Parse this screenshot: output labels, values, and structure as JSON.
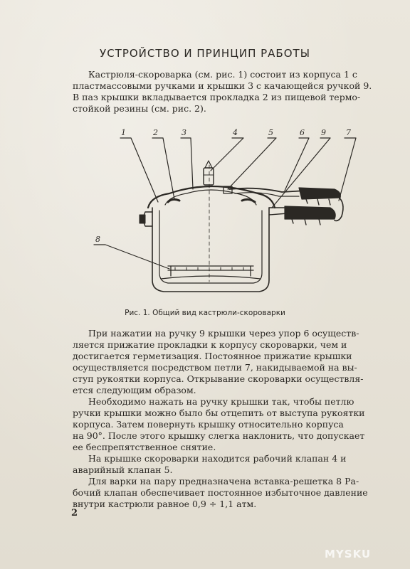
{
  "heading": "УСТРОЙСТВО И ПРИНЦИП РАБОТЫ",
  "para1": [
    "Кастрюля-скороварка (см. рис. 1) состоит из корпуса 1 с",
    "пластмассовыми ручками и крышки 3 с качающейся ручкой 9.",
    "В паз крышки вкладывается прокладка 2 из пищевой термо-",
    "стойкой резины (см. рис. 2)."
  ],
  "figure": {
    "labels": [
      "1",
      "2",
      "3",
      "4",
      "5",
      "6",
      "9",
      "7",
      "8"
    ],
    "caption": "Рис. 1. Общий вид кастрюли-скороварки"
  },
  "para2": [
    "При нажатии на  ручку 9 крышки через  упор 6 осуществ-",
    "ляется прижатие прокладки  к корпусу  скороварки,  чем и",
    "достигается  герметизация.  Постоянное  прижатие  крышки",
    "осуществляется  посредством  петли  7,  накидываемой на вы-",
    "ступ рукоятки корпуса. Открывание скороварки осуществля-",
    "ется следующим образом."
  ],
  "para3": [
    "Необходимо нажать на  ручку крышки  так, чтобы петлю",
    "ручки крышки можно было бы отцепить от выступа рукоятки",
    "корпуса.  Затем  повернуть  крышку  относительно  корпуса",
    "на 90°.  После этого крышку слегка  наклонить, что допускает",
    "ее беспрепятственное снятие."
  ],
  "para4": [
    "На  крышке  скороварки  находится  рабочий  клапан 4 и",
    "аварийный клапан 5."
  ],
  "para5": [
    "Для варки на пару предназначена вставка-решетка 8  Ра-",
    "бочий  клапан  обеспечивает  постоянное   избыточное давление",
    "внутри кастрюли равное 0,9 ÷ 1,1 атм."
  ],
  "page_number": "2",
  "watermark": "MYSKU"
}
